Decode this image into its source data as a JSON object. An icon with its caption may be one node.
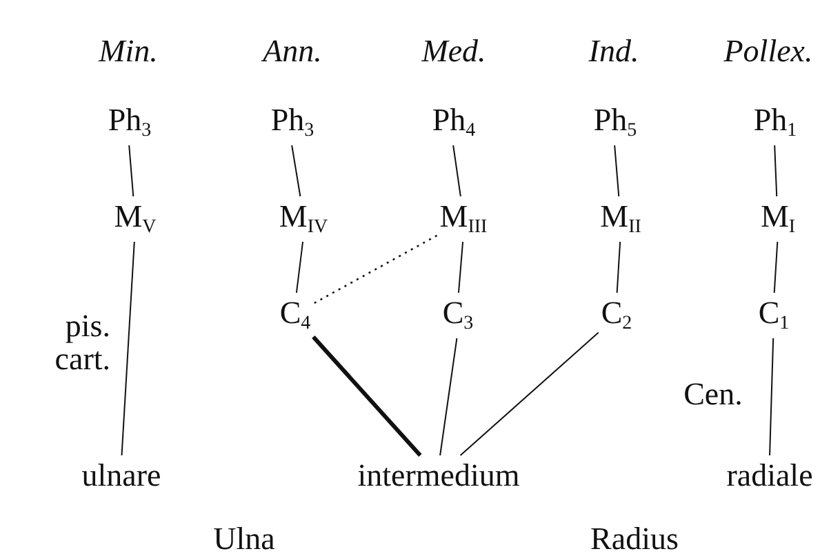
{
  "diagram": {
    "nodes": [
      {
        "text": [
          "Ph$_{3}$"
        ]
      },
      {
        "text": [
          "Ph$_{3}$"
        ]
      },
      {
        "text": [
          "Ph$_{4}$"
        ]
      },
      {
        "text": [
          "Ph$_{5}$"
        ]
      },
      {
        "text": [
          "Ph$_{1}$"
        ]
      },
      {
        "text": [
          "M$_{V}$"
        ]
      },
      {
        "text": [
          "M$_{IV}$"
        ]
      },
      {
        "text": [
          "M$_{III}$"
        ]
      },
      {
        "text": [
          "M$_{II}$"
        ]
      },
      {
        "text": [
          "M$_{I}$"
        ]
      },
      {
        "text": [
          "C$_{4}$"
        ]
      },
      {
        "text": [
          "C$_{3}$"
        ]
      },
      {
        "text": [
          "C$_{2}$"
        ]
      },
      {
        "text": [
          "C$_{1}$"
        ]
      },
      {
        "text": [
          "ulnare"
        ]
      },
      {
        "text": [
          "intermedium"
        ]
      },
      {
        "text": [
          "radiale"
        ]
      }
    ],
    "edges": [
      {
        "from": 0,
        "to": 5,
        "arrow": "none"
      },
      {
        "from": 1,
        "to": 6,
        "arrow": "none"
      },
      {
        "from": 2,
        "to": 7,
        "arrow": "none"
      },
      {
        "from": 3,
        "to": 8,
        "arrow": "none"
      },
      {
        "from": 4,
        "to": 9,
        "arrow": "none"
      },
      {
        "from": 5,
        "to": 14,
        "arrow": "none"
      },
      {
        "from": 6,
        "to": 10,
        "arrow": "none"
      },
      {
        "from": 7,
        "to": 11,
        "arrow": "none"
      },
      {
        "from": 8,
        "to": 12,
        "arrow": "none"
      },
      {
        "from": 9,
        "to": 13,
        "arrow": "none"
      },
      {
        "from": 7,
        "to": 10,
        "arrow": "none",
        "style": "dashed"
      },
      {
        "from": 10,
        "to": 15,
        "arrow": "none",
        "style": "thick"
      },
      {
        "from": 11,
        "to": 15,
        "arrow": "none"
      },
      {
        "from": 12,
        "to": 15,
        "arrow": "none"
      },
      {
        "from": 13,
        "to": 16,
        "arrow": "none"
      }
    ],
    "labels": [
      "Min.",
      "Ann.",
      "Med.",
      "Ind.",
      "Pollex.",
      "pis. cart.",
      "Cen.",
      "Ulna",
      "Radius"
    ]
  }
}
